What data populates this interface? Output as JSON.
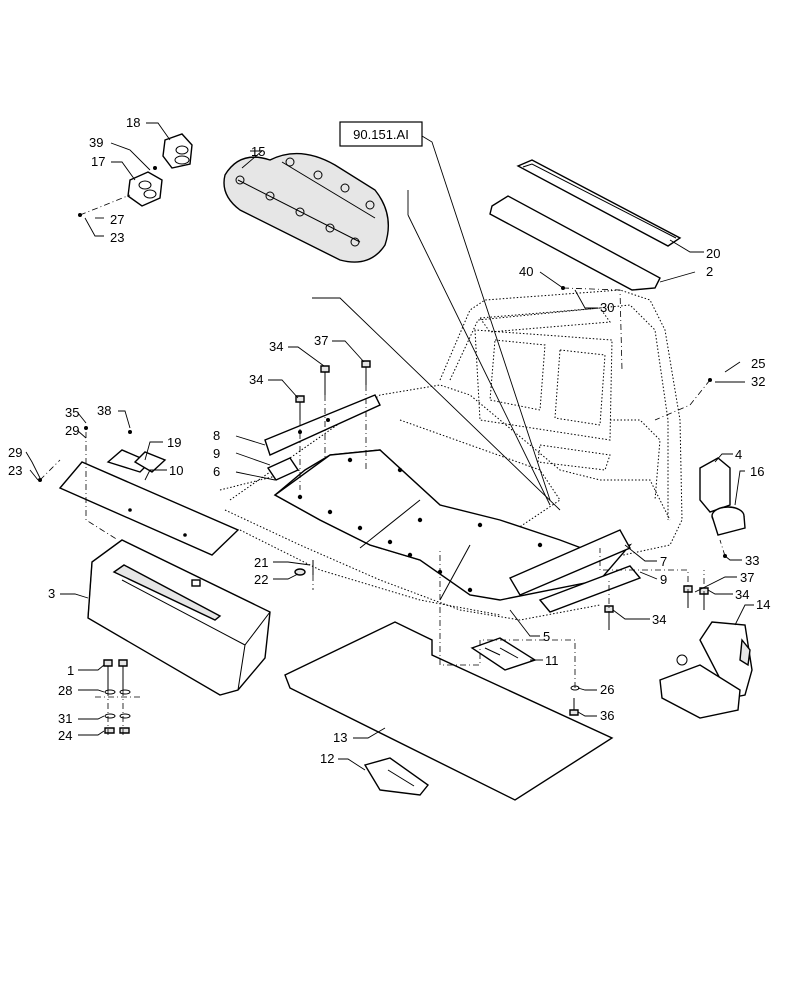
{
  "reference_box": "90.151.AI",
  "callouts": [
    "1",
    "2",
    "3",
    "4",
    "5",
    "6",
    "7",
    "8",
    "9",
    "9",
    "10",
    "11",
    "12",
    "13",
    "14",
    "15",
    "16",
    "17",
    "18",
    "19",
    "20",
    "21",
    "22",
    "23",
    "23",
    "24",
    "25",
    "26",
    "27",
    "28",
    "29",
    "29",
    "30",
    "31",
    "32",
    "33",
    "34",
    "34",
    "34",
    "34",
    "35",
    "36",
    "37",
    "37",
    "38",
    "39",
    "40"
  ]
}
